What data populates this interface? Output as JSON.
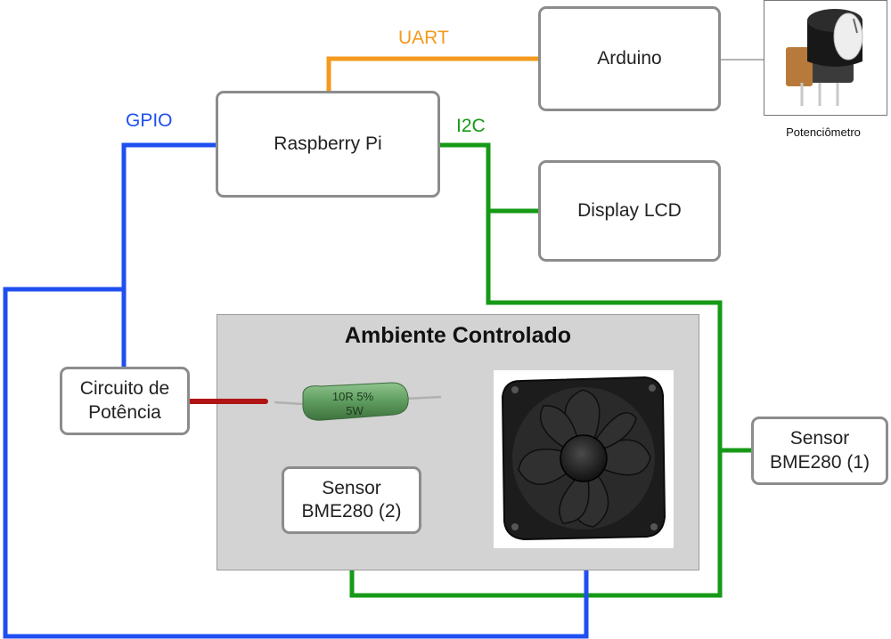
{
  "title": "Ambiente Controlado",
  "nodes": {
    "raspberry": "Raspberry Pi",
    "arduino": "Arduino",
    "display": "Display LCD",
    "sensor1_line1": "Sensor",
    "sensor1_line2": "BME280 (1)",
    "sensor2_line1": "Sensor",
    "sensor2_line2": "BME280 (2)",
    "power_line1": "Circuito de",
    "power_line2": "Potência"
  },
  "links": {
    "uart": "UART",
    "gpio": "GPIO",
    "i2c": "I2C"
  },
  "potentiometer": {
    "caption": "Potenciômetro"
  },
  "resistor": {
    "value_label": "10R 5%",
    "power_label": "5W"
  },
  "colors": {
    "uart": "#f39a1e",
    "gpio": "#1f4ff0",
    "i2c": "#169a16",
    "power_lead": "#b01414"
  }
}
